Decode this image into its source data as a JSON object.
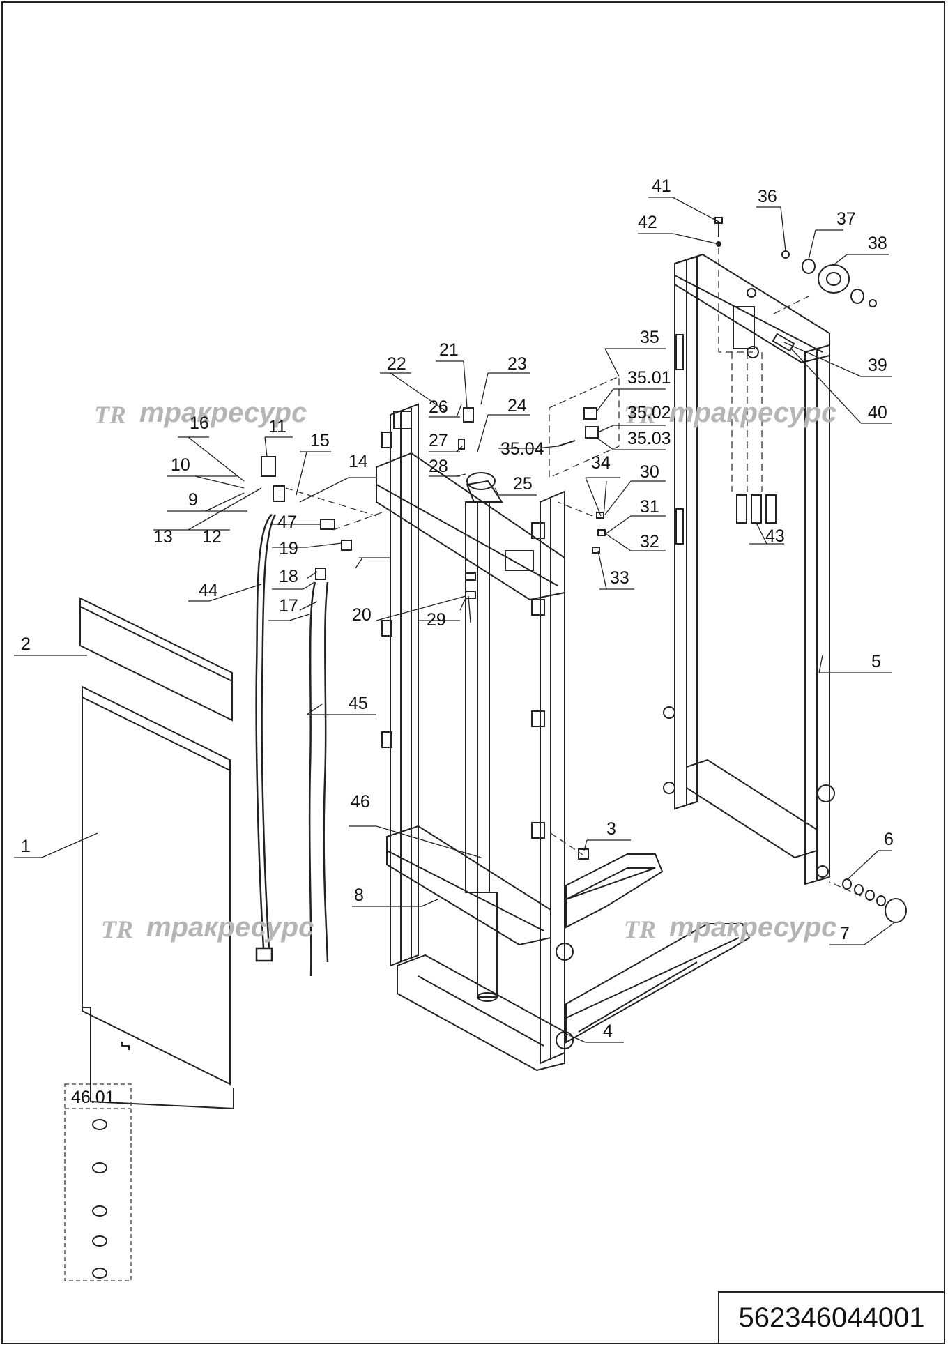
{
  "drawing": {
    "part_number": "562346044001",
    "watermark": {
      "logo": "TR",
      "text": "тракресурс"
    },
    "kit_box_label": "46.01",
    "callouts": [
      "1",
      "2",
      "3",
      "4",
      "5",
      "6",
      "7",
      "8",
      "9",
      "10",
      "11",
      "12",
      "13",
      "14",
      "15",
      "16",
      "17",
      "18",
      "19",
      "20",
      "21",
      "22",
      "23",
      "24",
      "25",
      "26",
      "27",
      "28",
      "29",
      "30",
      "31",
      "32",
      "33",
      "34",
      "35",
      "35.01",
      "35.02",
      "35.03",
      "35.04",
      "36",
      "37",
      "38",
      "39",
      "40",
      "41",
      "42",
      "43",
      "44",
      "45",
      "46",
      "47"
    ],
    "colors": {
      "line": "#222222",
      "watermark": "#b5b5b5"
    }
  }
}
